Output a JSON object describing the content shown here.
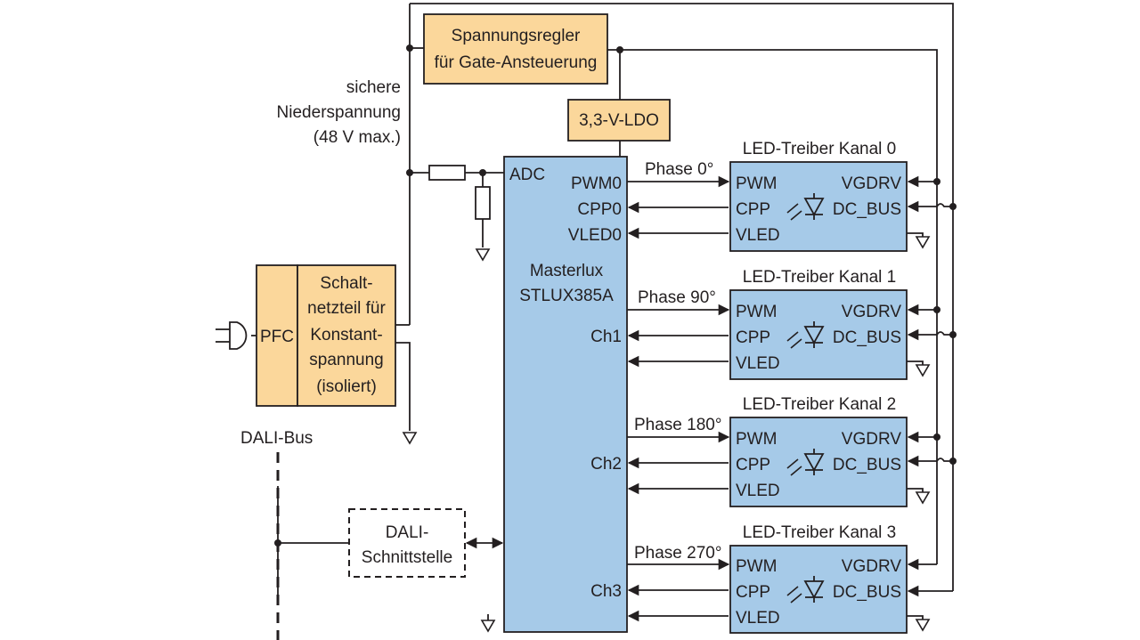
{
  "labels": {
    "regulator_line1": "Spannungsregler",
    "regulator_line2": "für Gate-Ansteuerung",
    "ldo": "3,3-V-LDO",
    "safe_voltage_line1": "sichere",
    "safe_voltage_line2": "Niederspannung",
    "safe_voltage_line3": "(48 V max.)",
    "pfc": "PFC",
    "psu_line1": "Schalt-",
    "psu_line2": "netzteil für",
    "psu_line3": "Konstant-",
    "psu_line4": "spannung",
    "psu_line5": "(isoliert)",
    "dali_bus": "DALI-Bus",
    "dali_if_line1": "DALI-",
    "dali_if_line2": "Schnittstelle",
    "mcu_line1": "Masterlux",
    "mcu_line2": "STLUX385A",
    "adc": "ADC"
  },
  "mcu_pins": {
    "pwm0": "PWM0",
    "cpp0": "CPP0",
    "vled0": "VLED0",
    "ch1": "Ch1",
    "ch2": "Ch2",
    "ch3": "Ch3"
  },
  "channels": [
    {
      "title": "LED-Treiber Kanal 0",
      "phase": "Phase 0°",
      "pwm": "PWM",
      "cpp": "CPP",
      "vled": "VLED",
      "vgdrv": "VGDRV",
      "dcbus": "DC_BUS"
    },
    {
      "title": "LED-Treiber Kanal 1",
      "phase": "Phase 90°",
      "pwm": "PWM",
      "cpp": "CPP",
      "vled": "VLED",
      "vgdrv": "VGDRV",
      "dcbus": "DC_BUS"
    },
    {
      "title": "LED-Treiber Kanal 2",
      "phase": "Phase 180°",
      "pwm": "PWM",
      "cpp": "CPP",
      "vled": "VLED",
      "vgdrv": "VGDRV",
      "dcbus": "DC_BUS"
    },
    {
      "title": "LED-Treiber Kanal 3",
      "phase": "Phase 270°",
      "pwm": "PWM",
      "cpp": "CPP",
      "vled": "VLED",
      "vgdrv": "VGDRV",
      "dcbus": "DC_BUS"
    }
  ],
  "colors": {
    "tan_box": "#fbd79b",
    "blue_box": "#a6cae8",
    "line": "#231f20"
  }
}
